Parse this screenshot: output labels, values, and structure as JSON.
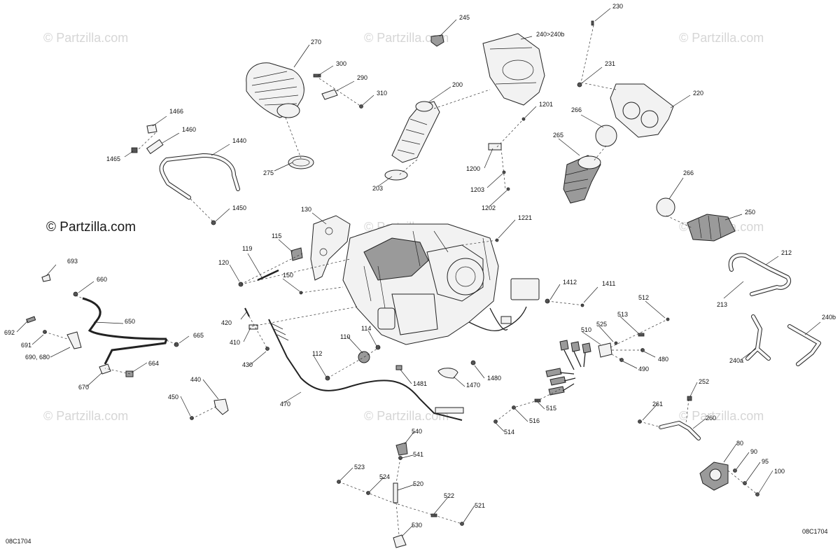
{
  "watermark": {
    "text": "© Partzilla.com",
    "primary": "© Partzilla.com"
  },
  "diagram_code": "08C1704",
  "parts": {
    "p245": "245",
    "p230": "230",
    "p240_240b": "240>240b",
    "p270": "270",
    "p300": "300",
    "p290": "290",
    "p310": "310",
    "p200": "200",
    "p231": "231",
    "p220": "220",
    "p1201": "1201",
    "p266a": "266",
    "p265": "265",
    "p1466": "1466",
    "p1460": "1460",
    "p1465": "1465",
    "p1440": "1440",
    "p275": "275",
    "p203": "203",
    "p1200": "1200",
    "p1203": "1203",
    "p1202": "1202",
    "p266b": "266",
    "p1450": "1450",
    "p250": "250",
    "p130": "130",
    "p1221": "1221",
    "p115": "115",
    "p119": "119",
    "p120": "120",
    "p693": "693",
    "p212": "212",
    "p150": "150",
    "p660": "660",
    "p1412": "1412",
    "p1411": "1411",
    "p213": "213",
    "p512": "512",
    "p420": "420",
    "p240b": "240b",
    "p513": "513",
    "p650": "650",
    "p525": "525",
    "p692": "692",
    "p114": "114",
    "p110": "110",
    "p410": "410",
    "p510": "510",
    "p691": "691",
    "p665": "665",
    "p480": "480",
    "p690_680": "690, 680",
    "p430": "430",
    "p240a": "240a",
    "p664": "664",
    "p112": "112",
    "p490": "490",
    "p1480": "1480",
    "p670": "670",
    "p1481": "1481",
    "p1470": "1470",
    "p440": "440",
    "p252": "252",
    "p470": "470",
    "p450": "450",
    "p261": "261",
    "p515": "515",
    "p260": "260",
    "p516": "516",
    "p514": "514",
    "p540": "540",
    "p80": "80",
    "p90": "90",
    "p541": "541",
    "p95": "95",
    "p523": "523",
    "p100": "100",
    "p524": "524",
    "p520": "520",
    "p522": "522",
    "p521": "521",
    "p530": "530"
  },
  "colors": {
    "line": "#222222",
    "watermark": "#d6d6d6",
    "background": "#ffffff"
  }
}
